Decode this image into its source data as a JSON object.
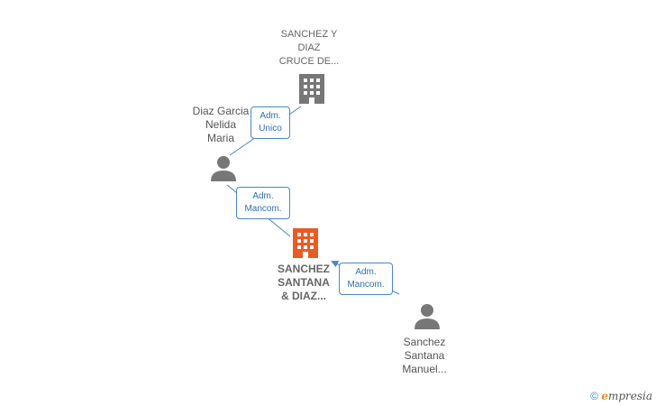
{
  "nodes": {
    "top_company": {
      "lines": [
        "SANCHEZ Y",
        "DIAZ",
        "CRUCE DE..."
      ]
    },
    "person_left": {
      "lines": [
        "Diaz Garcia",
        "Nelida",
        "Maria"
      ]
    },
    "main_company": {
      "lines": [
        "SANCHEZ",
        "SANTANA",
        "& DIAZ..."
      ]
    },
    "person_right": {
      "lines": [
        "Sanchez",
        "Santana",
        "Manuel..."
      ]
    }
  },
  "roles": {
    "adm_unico": {
      "lines": [
        "Adm.",
        "Unico"
      ]
    },
    "adm_mancom_left": {
      "lines": [
        "Adm.",
        "Mancom."
      ]
    },
    "adm_mancom_right": {
      "lines": [
        "Adm.",
        "Mancom."
      ]
    }
  },
  "colors": {
    "main": "#ec5a24",
    "node": "#777777",
    "edge": "#4a86c8"
  },
  "footer": {
    "copyright": "©",
    "brand_initial": "e",
    "brand_rest": "mpresia"
  }
}
